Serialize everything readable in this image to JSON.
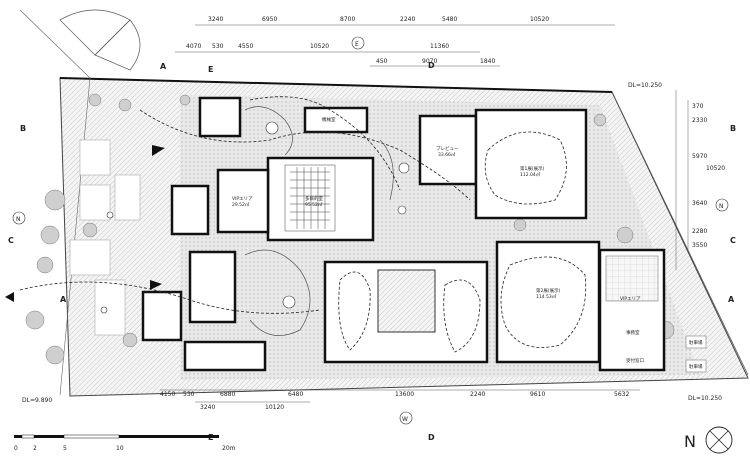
{
  "dims_top_row1": [
    "3240",
    "6950",
    "8700",
    "2240",
    "5480",
    "10520"
  ],
  "dims_top_row2": [
    "4070",
    "530",
    "4550",
    "10520",
    "11360"
  ],
  "dims_top_row3": [
    "450",
    "9070",
    "1840"
  ],
  "dims_bottom_row1": [
    "4150",
    "530",
    "6880",
    "6480",
    "13600",
    "2240",
    "9610",
    "5632"
  ],
  "dims_bottom_row2": [
    "3240",
    "10120"
  ],
  "dims_right": [
    "370",
    "2330",
    "5970",
    "10520",
    "3640",
    "2280",
    "3550"
  ],
  "section_marks": {
    "A": "A",
    "B": "B",
    "C": "C",
    "D": "D",
    "E": "E",
    "N": "N",
    "W": "W"
  },
  "levels": {
    "top_right": "DL=10.250",
    "bottom_left": "DL=9.890",
    "bottom_right": "DL=10.250"
  },
  "rooms": {
    "machine_room": "機械室",
    "vip_area_left": "VIPエリア",
    "vip_area_left_area": "29.52㎡",
    "multipurpose": "多目的室",
    "multipurpose_area": "95.52㎡",
    "preview": "プレビュー",
    "preview_area": "33.66㎡",
    "gallery1": "第1展(展示)",
    "gallery1_area": "112.04㎡",
    "gallery2": "第2展(展示)",
    "gallery2_area": "114.53㎡",
    "vip_area_right": "VIPエリア",
    "office": "事務室",
    "reception": "受付窓口",
    "parking_a": "駐車場",
    "parking_b": "駐車場"
  },
  "scale_bar": [
    "0",
    "2",
    "5",
    "10",
    "20m"
  ],
  "north_label": "N"
}
